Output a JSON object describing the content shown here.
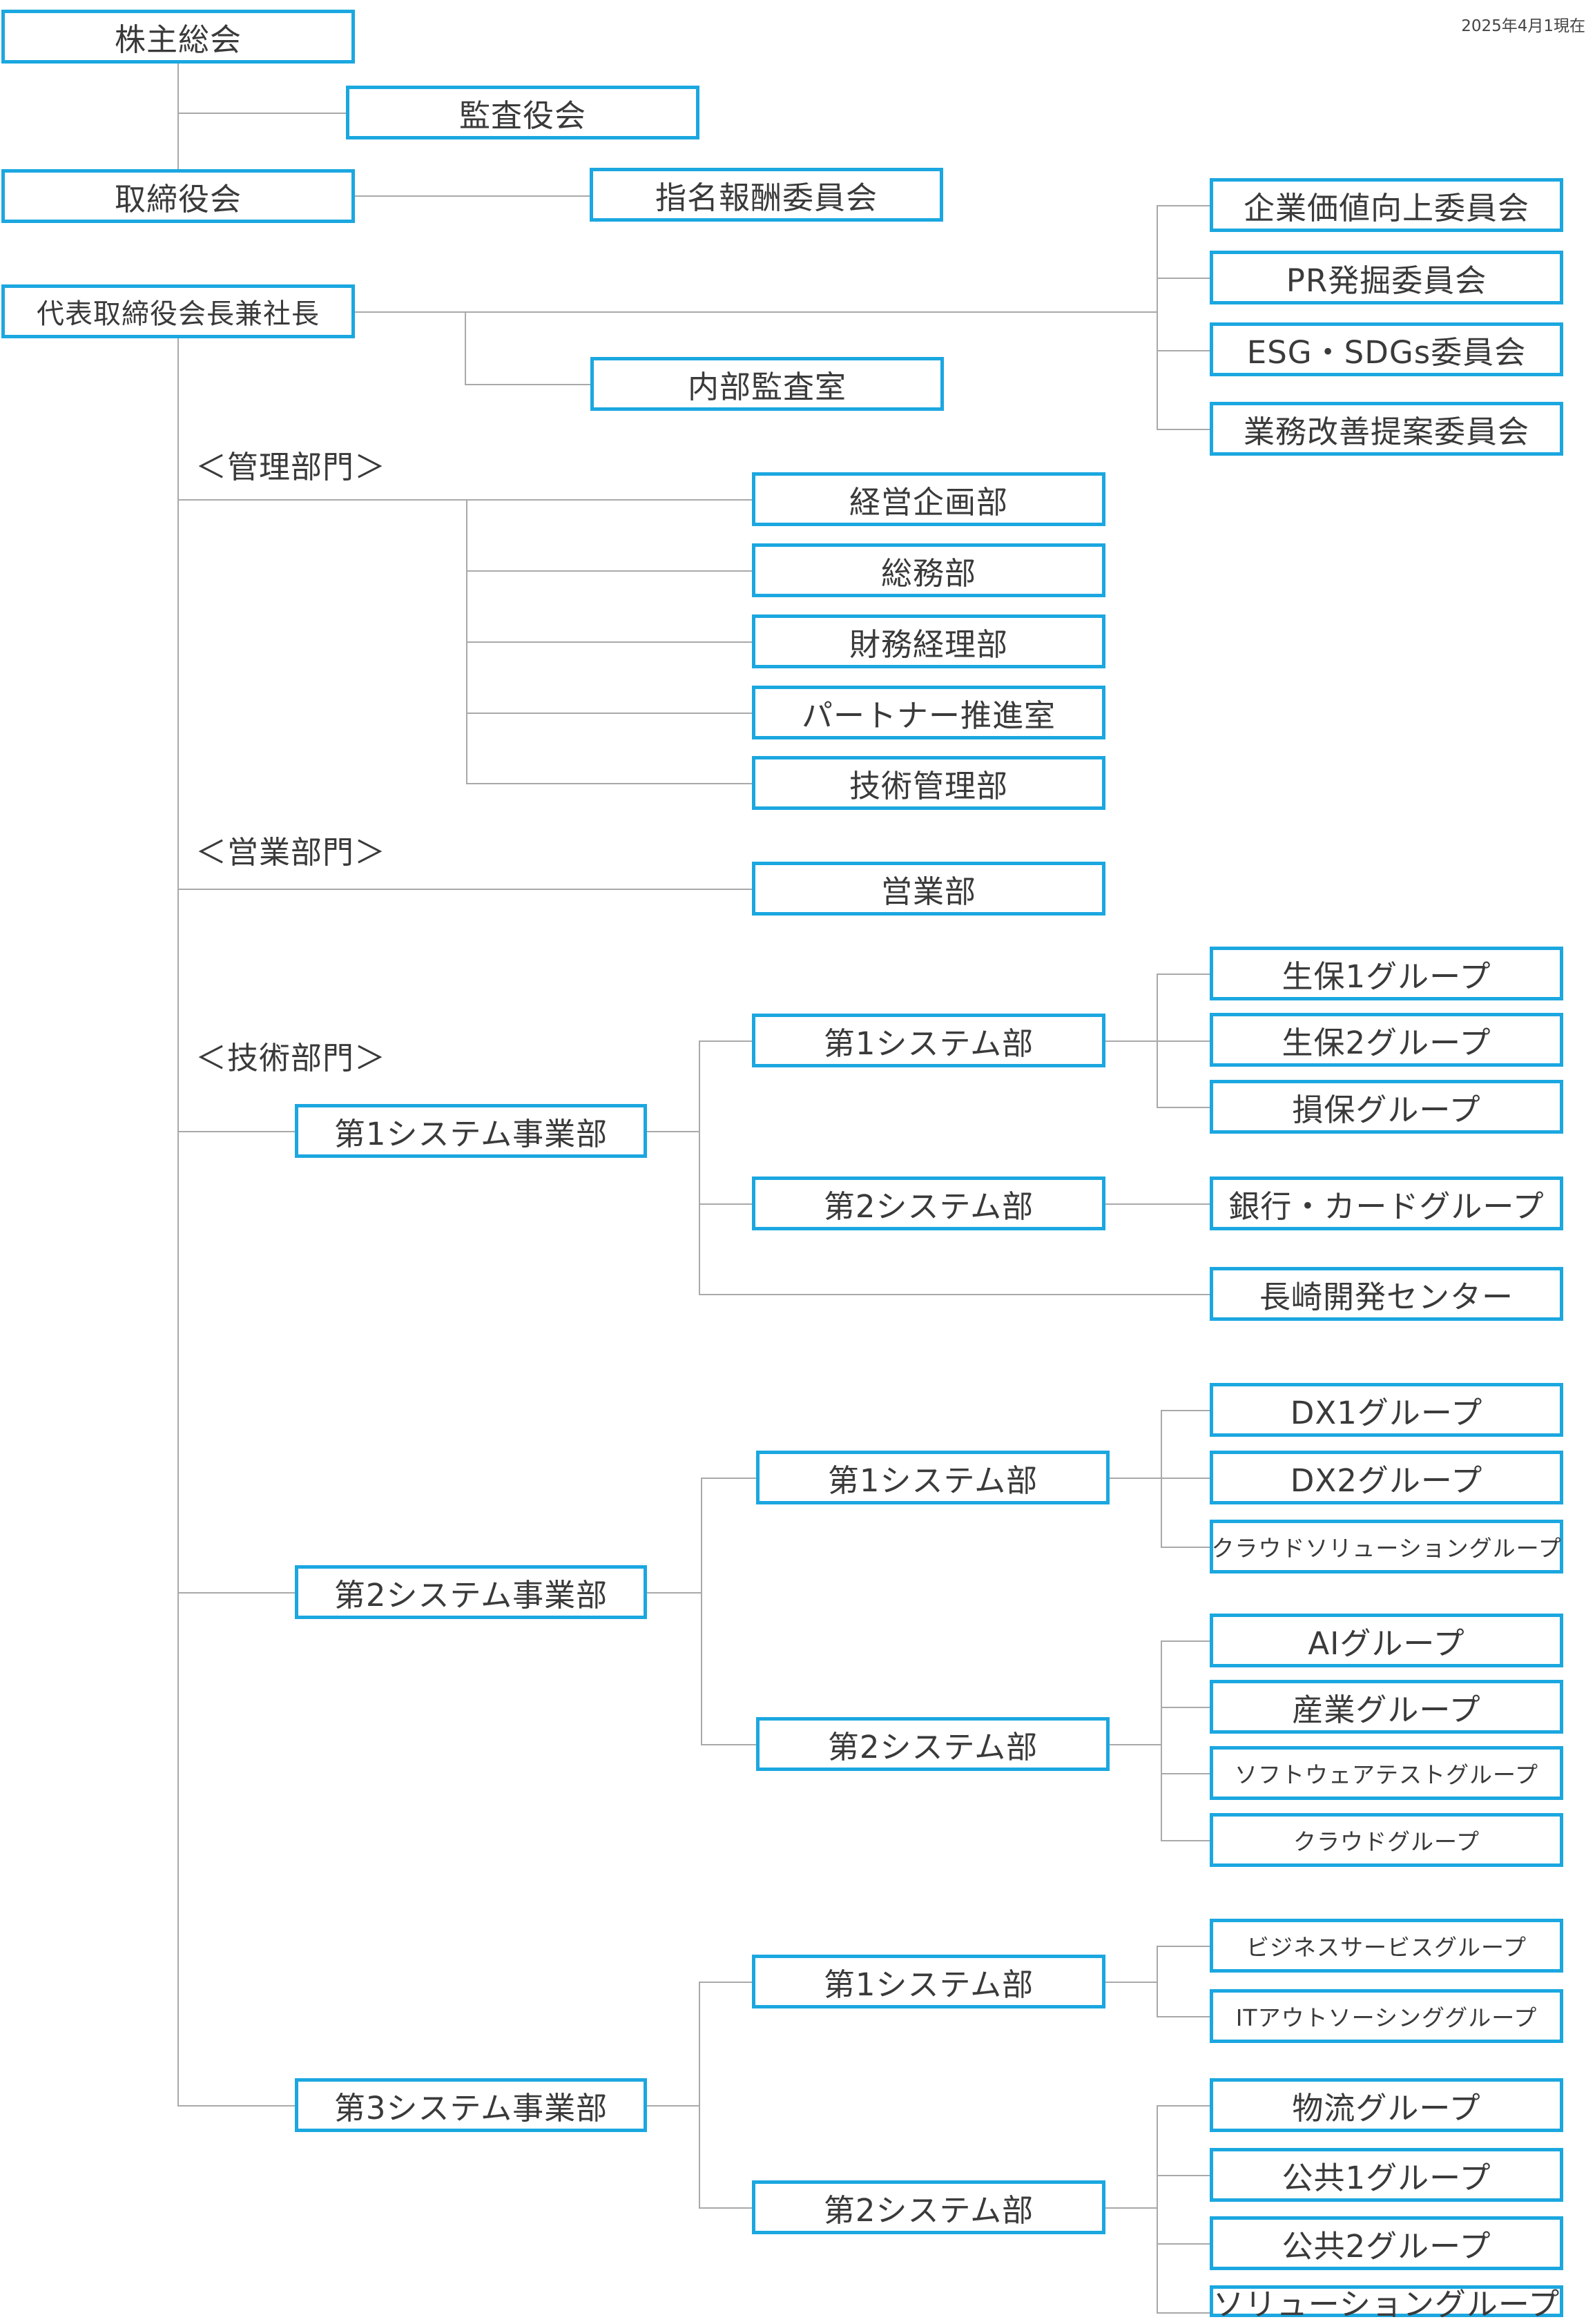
{
  "date_note": "2025年4月1現在",
  "top": {
    "shareholders": "株主総会",
    "auditors": "監査役会",
    "board": "取締役会",
    "nomination": "指名報酬委員会",
    "president": "代表取締役会長兼社長",
    "internal_audit": "内部監査室"
  },
  "committees": [
    "企業価値向上委員会",
    "PR発掘委員会",
    "ESG・SDGs委員会",
    "業務改善提案委員会"
  ],
  "management": {
    "label": "＜管理部門＞",
    "depts": [
      "経営企画部",
      "総務部",
      "財務経理部",
      "パートナー推進室",
      "技術管理部"
    ]
  },
  "sales": {
    "label": "＜営業部門＞",
    "dept": "営業部"
  },
  "tech": {
    "label": "＜技術部門＞",
    "div1": {
      "name": "第1システム事業部",
      "dept1": "第1システム部",
      "dept1_groups": [
        "生保1グループ",
        "生保2グループ",
        "損保グループ"
      ],
      "dept2": "第2システム部",
      "dept2_groups": [
        "銀行・カードグループ"
      ],
      "center": "長崎開発センター"
    },
    "div2": {
      "name": "第2システム事業部",
      "dept1": "第1システム部",
      "dept1_groups": [
        "DX1グループ",
        "DX2グループ",
        "クラウドソリューショングループ"
      ],
      "dept2": "第2システム部",
      "dept2_groups": [
        "AIグループ",
        "産業グループ",
        "ソフトウェアテストグループ",
        "クラウドグループ"
      ]
    },
    "div3": {
      "name": "第3システム事業部",
      "dept1": "第1システム部",
      "dept1_groups": [
        "ビジネスサービスグループ",
        "ITアウトソーシンググループ"
      ],
      "dept2": "第2システム部",
      "dept2_groups": [
        "物流グループ",
        "公共1グループ",
        "公共2グループ",
        "ソリューショングループ"
      ]
    }
  },
  "colors": {
    "box_border": "#1ba7e0",
    "connector": "#a9a9a9",
    "text": "#3a3a3a"
  }
}
